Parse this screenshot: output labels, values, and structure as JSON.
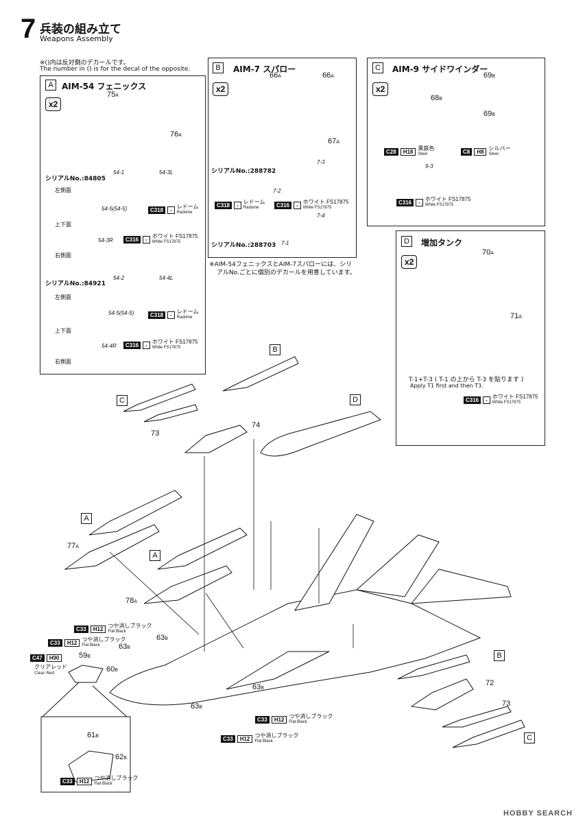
{
  "header": {
    "step_number": "7",
    "title_ja": "兵装の組み立て",
    "title_en": "Weapons Assembly"
  },
  "note": {
    "ja": "※()内は反対側のデカールです。",
    "en": "The number in () is for the decal of the opposite."
  },
  "panel_a": {
    "tag": "A",
    "title": "AIM-54 フェニックス",
    "qty": "x2",
    "part_75": "75",
    "part_75_sub": "A",
    "part_76": "76",
    "part_76_sub": "A",
    "serial_1": "シリアルNo.:84805",
    "serial_2": "シリアルNo.:84921",
    "left_side": "左側面",
    "top_bottom": "上下面",
    "right_side": "右側面",
    "c1": "54-1",
    "c2": "54-3L",
    "c3": "54-5(54-5)",
    "c4": "54-3R",
    "c5": "54-2",
    "c6": "54-4L",
    "c7": "54-5(54-5)",
    "c8": "54-4R",
    "decal_c318": "C318",
    "dash": "-",
    "radome_ja": "レドーム",
    "radome_en": "Radome",
    "decal_c316": "C316",
    "white_ja": "ホワイト FS17875",
    "white_en": "White FS17875"
  },
  "panel_b": {
    "tag": "B",
    "title": "AIM-7 スパロー",
    "qty": "x2",
    "p66a": "66",
    "p66a_sub": "A",
    "p66b": "66",
    "p66b_sub": "A",
    "p67": "67",
    "p67_sub": "A",
    "serial_1": "シリアルNo.:288782",
    "serial_2": "シリアルNo.:288703",
    "c1": "7-3",
    "c2": "7-2",
    "c3": "7-4",
    "c4": "7-1",
    "decal_c318": "C318",
    "dash": "-",
    "radome_ja": "レドーム",
    "radome_en": "Radome",
    "decal_c316": "C316",
    "white_ja": "ホワイト FS17875",
    "white_en": "White FS17875"
  },
  "serial_note": {
    "line1": "※AIM-54フェニックスとAIM-7スパローには、シリ",
    "line2": "アルNo.ごとに個別のデカールを用意しています。"
  },
  "panel_c": {
    "tag": "C",
    "title": "AIM-9 サイドワインダー",
    "qty": "x2",
    "p69a": "69",
    "p69a_sub": "B",
    "p68": "68",
    "p68_sub": "B",
    "p69b": "69",
    "p69b_sub": "B",
    "decal_c28": "C28",
    "h18": "H18",
    "steel_ja": "黒鉄色",
    "steel_en": "Steel",
    "decal_c8": "C8",
    "h8": "H8",
    "silver_ja": "シルバー",
    "silver_en": "Silver",
    "c1": "9-3",
    "decal_c316": "C316",
    "dash": "-",
    "white_ja": "ホワイト FS17875",
    "white_en": "White FS17875"
  },
  "panel_d": {
    "tag": "D",
    "title": "増加タンク",
    "qty": "x2",
    "p70": "70",
    "p70_sub": "A",
    "p71": "71",
    "p71_sub": "A",
    "apply_ja": "T-1+T-3 ( T-1 の上から T-3 を貼ります )",
    "apply_en": "Apply T1 first and then T3.",
    "decal_c316": "C316",
    "dash": "-",
    "white_ja": "ホワイト FS17875",
    "white_en": "White FS17875"
  },
  "main": {
    "call_b_top": "B",
    "call_c_top": "C",
    "call_d_top": "D",
    "call_a1": "A",
    "call_a2": "A",
    "call_b_right": "B",
    "call_c_right": "C",
    "p74": "74",
    "p73_top": "73",
    "p77": "77",
    "p77_sub": "A",
    "p78": "78",
    "p78_sub": "A",
    "p72": "72",
    "p73_right": "73",
    "p63b_1": "63",
    "p63b_2": "63",
    "p63b_3": "63",
    "p63b_4": "63",
    "b": "B",
    "p59": "59",
    "p60": "60",
    "p61": "61",
    "p62": "62",
    "c33": "C33",
    "h12": "H12",
    "flat_black_ja": "つや消しブラック",
    "flat_black_en": "Flat Black",
    "c47": "C47",
    "h90": "H90",
    "clear_red_ja": "クリアレッド",
    "clear_red_en": "Clear Red"
  },
  "watermark": "HOBBY SEARCH"
}
